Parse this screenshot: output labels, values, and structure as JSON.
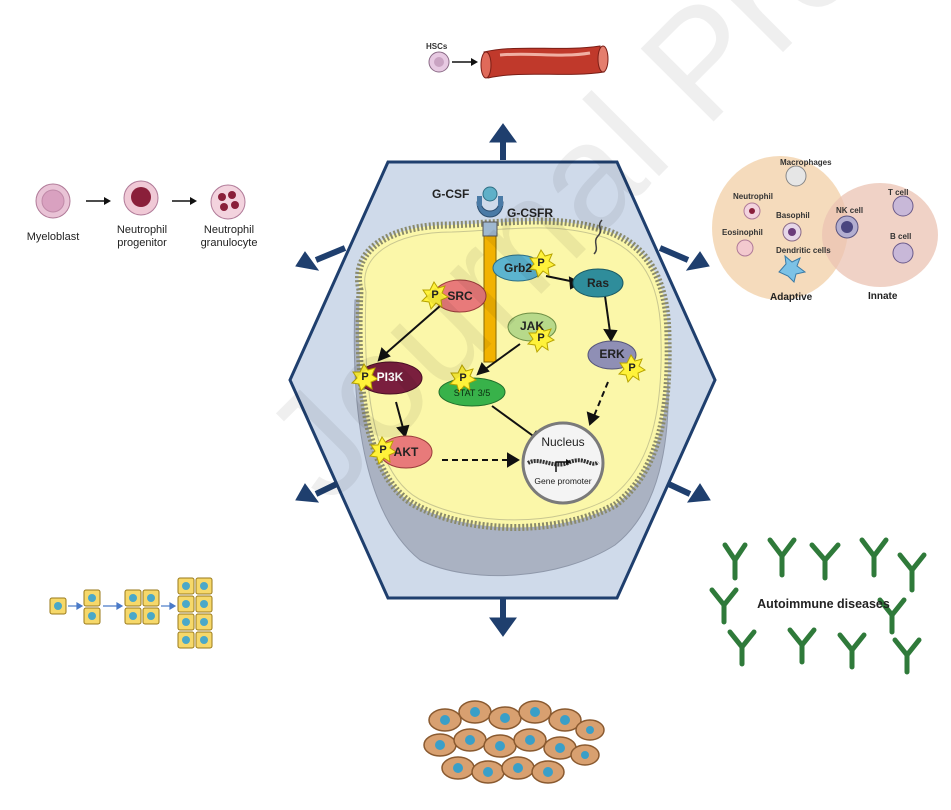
{
  "hsc_panel": {
    "title": "Mobilize HSCs into circulation",
    "hsc_label": "HSCs"
  },
  "granulo_panel": {
    "title": "Granulopoeisis and Neutrophil maturation",
    "stages": [
      "Myeloblast",
      "Neutrophil\nprogenitor",
      "Neutrophil\ngranulocyte"
    ]
  },
  "immune_panel": {
    "title": "Immune responses",
    "cells": [
      "Macrophages",
      "Neutrophil",
      "Basophil",
      "NK cell",
      "T cell",
      "Eosinophil",
      "Dendritic cells",
      "B cell"
    ],
    "adaptive": "Adaptive",
    "innate": "Innate"
  },
  "prolif_panel": {
    "title": "Cell proliferation  and survival"
  },
  "autoimmune_panel": {
    "title": "Autoimmune diseases"
  },
  "cancer_panel": {
    "title": "Cancer pathogenesis"
  },
  "pathway": {
    "ligand": "G-CSF",
    "receptor": "G-CSFR",
    "phospho": "P",
    "nodes": {
      "grb2": "Grb2",
      "src": "SRC",
      "ras": "Ras",
      "jak": "JAK",
      "pi3k": "PI3K",
      "erk": "ERK",
      "stat": "STAT 3/5",
      "akt": "AKT",
      "nucleus": "Nucleus",
      "gene_promoter": "Gene promoter"
    }
  },
  "watermark": "Journal Pre-proofs",
  "colors": {
    "panel_bg": "#e3efd6",
    "hexagon": "#cfdaea",
    "arrow": "#1f3f6e",
    "cell_fill": "#fbf7a9",
    "phospho": "#fff23a"
  }
}
